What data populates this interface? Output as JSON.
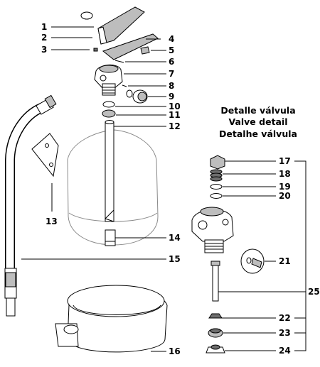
{
  "titles": [
    "Detalle válvula",
    "Valve detail",
    "Detalhe válvula"
  ],
  "callouts": {
    "c1": "1",
    "c2": "2",
    "c3": "3",
    "c4": "4",
    "c5": "5",
    "c6": "6",
    "c7": "7",
    "c8": "8",
    "c9": "9",
    "c10": "10",
    "c11": "11",
    "c12": "12",
    "c13": "13",
    "c14": "14",
    "c15": "15",
    "c16": "16",
    "c17": "17",
    "c18": "18",
    "c19": "19",
    "c20": "20",
    "c21": "21",
    "c22": "22",
    "c23": "23",
    "c24": "24",
    "c25": "25"
  }
}
